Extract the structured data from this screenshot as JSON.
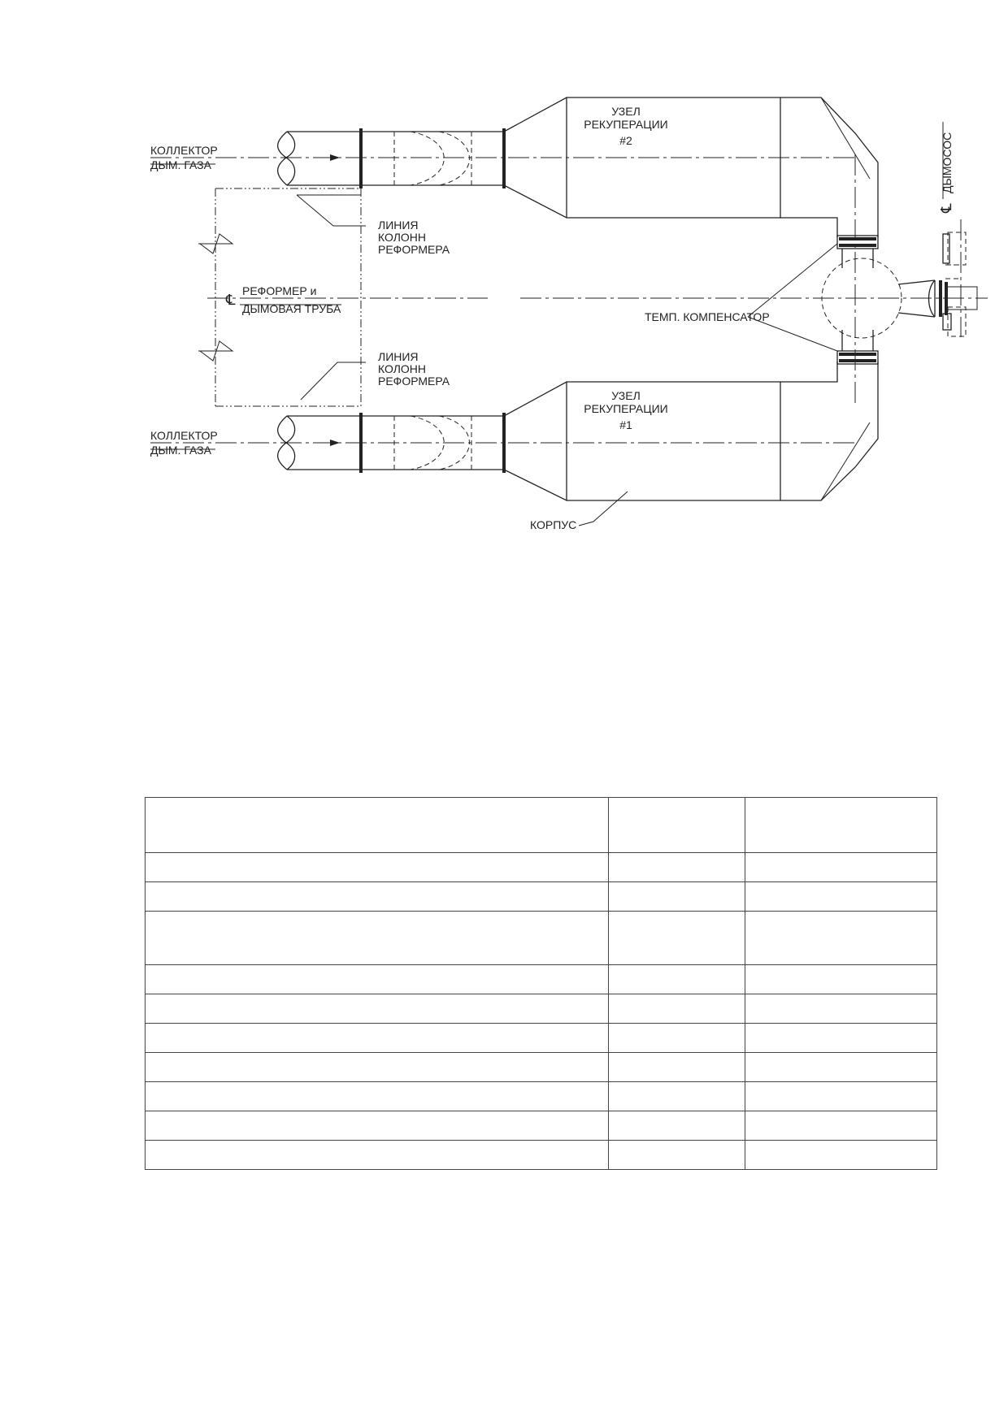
{
  "drawing": {
    "labels": {
      "collector_top": [
        "КОЛЛЕКТОР",
        "ДЫМ. ГАЗА"
      ],
      "collector_bottom": [
        "КОЛЛЕКТОР",
        "ДЫМ. ГАЗА"
      ],
      "reformer_axis": [
        "РЕФОРМЕР и",
        "ДЫМОВАЯ ТРУБА"
      ],
      "column_line_top": [
        "ЛИНИЯ",
        "КОЛОНН",
        "РЕФОРМЕРА"
      ],
      "column_line_bottom": [
        "ЛИНИЯ",
        "КОЛОНН",
        "РЕФОРМЕРА"
      ],
      "recovery_unit_2": [
        "УЗЕЛ",
        "РЕКУПЕРАЦИИ",
        "#2"
      ],
      "recovery_unit_1": [
        "УЗЕЛ",
        "РЕКУПЕРАЦИИ",
        "#1"
      ],
      "temp_compensator": "ТЕМП. КОМПЕНСАТОР",
      "casing": "КОРПУС",
      "exhauster": "ДЫМОСОС",
      "centerline_symbol": "℄"
    }
  },
  "table": {
    "header_rows": 1,
    "rows": [
      [
        "",
        "",
        ""
      ],
      [
        "",
        "",
        ""
      ],
      [
        "",
        "",
        ""
      ],
      [
        "",
        "",
        ""
      ],
      [
        "",
        "",
        ""
      ],
      [
        "",
        "",
        ""
      ],
      [
        "",
        "",
        ""
      ],
      [
        "",
        "",
        ""
      ],
      [
        "",
        "",
        ""
      ],
      [
        "",
        "",
        ""
      ],
      [
        "",
        "",
        ""
      ]
    ]
  }
}
